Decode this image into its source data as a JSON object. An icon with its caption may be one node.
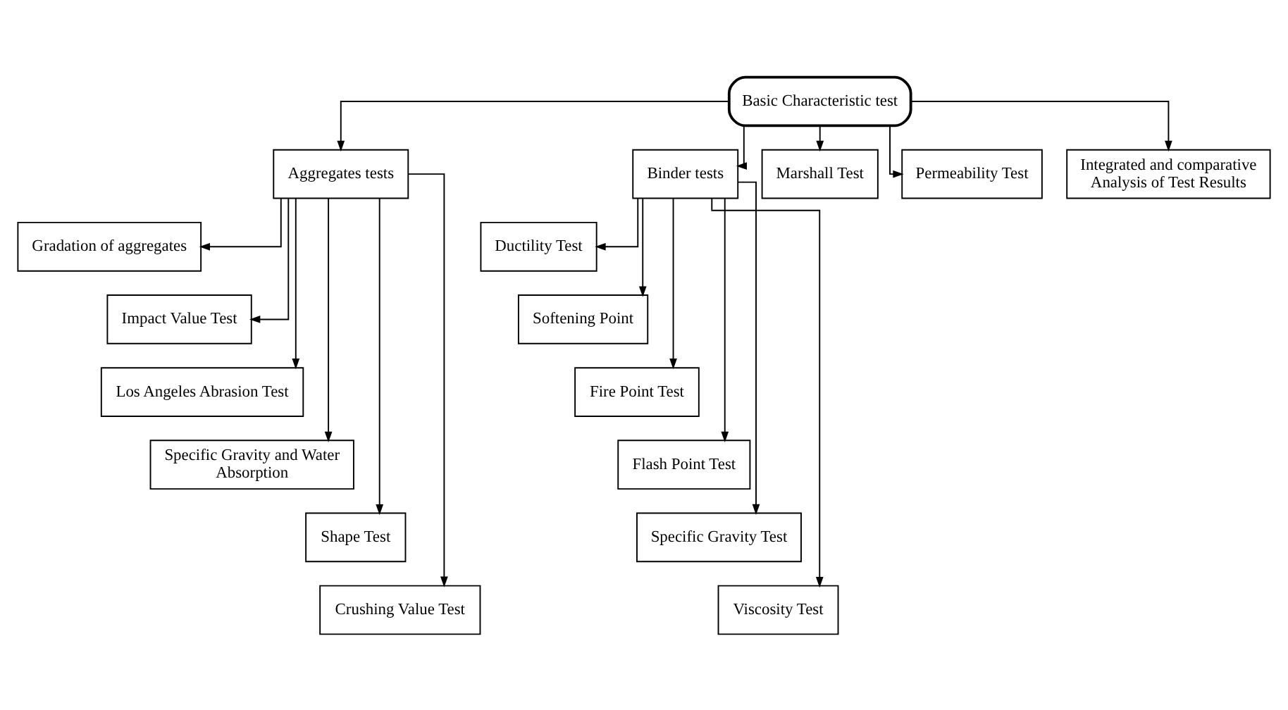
{
  "diagram": {
    "nodes": [
      {
        "text": [
          "Basic Characteristic test"
        ]
      },
      {
        "text": [
          "Aggregates tests"
        ]
      },
      {
        "text": [
          "Binder tests"
        ]
      },
      {
        "text": [
          "Marshall Test"
        ]
      },
      {
        "text": [
          "Permeability Test"
        ]
      },
      {
        "text": [
          "Integrated and comparative Analysis of Test Results"
        ]
      },
      {
        "text": [
          "Gradation of aggregates"
        ]
      },
      {
        "text": [
          "Impact Value Test"
        ]
      },
      {
        "text": [
          "Los Angeles Abrasion Test"
        ]
      },
      {
        "text": [
          "Specific Gravity and Water Absorption"
        ]
      },
      {
        "text": [
          "Shape Test"
        ]
      },
      {
        "text": [
          "Crushing Value Test"
        ]
      },
      {
        "text": [
          "Ductility Test"
        ]
      },
      {
        "text": [
          "Softening Point"
        ]
      },
      {
        "text": [
          "Fire Point Test"
        ]
      },
      {
        "text": [
          "Flash Point Test"
        ]
      },
      {
        "text": [
          "Specific Gravity Test"
        ]
      },
      {
        "text": [
          "Viscosity Test"
        ]
      }
    ],
    "edges": [
      {
        "from": 0,
        "to": 1,
        "arrow": "to"
      },
      {
        "from": 0,
        "to": 2,
        "arrow": "to"
      },
      {
        "from": 0,
        "to": 3,
        "arrow": "to"
      },
      {
        "from": 0,
        "to": 4,
        "arrow": "to"
      },
      {
        "from": 0,
        "to": 5,
        "arrow": "to"
      },
      {
        "from": 1,
        "to": 6,
        "arrow": "to"
      },
      {
        "from": 1,
        "to": 7,
        "arrow": "to"
      },
      {
        "from": 1,
        "to": 8,
        "arrow": "to"
      },
      {
        "from": 1,
        "to": 9,
        "arrow": "to"
      },
      {
        "from": 1,
        "to": 10,
        "arrow": "to"
      },
      {
        "from": 1,
        "to": 11,
        "arrow": "to"
      },
      {
        "from": 2,
        "to": 12,
        "arrow": "to"
      },
      {
        "from": 2,
        "to": 13,
        "arrow": "to"
      },
      {
        "from": 2,
        "to": 14,
        "arrow": "to"
      },
      {
        "from": 2,
        "to": 15,
        "arrow": "to"
      },
      {
        "from": 2,
        "to": 16,
        "arrow": "to"
      },
      {
        "from": 2,
        "to": 17,
        "arrow": "to"
      }
    ]
  }
}
